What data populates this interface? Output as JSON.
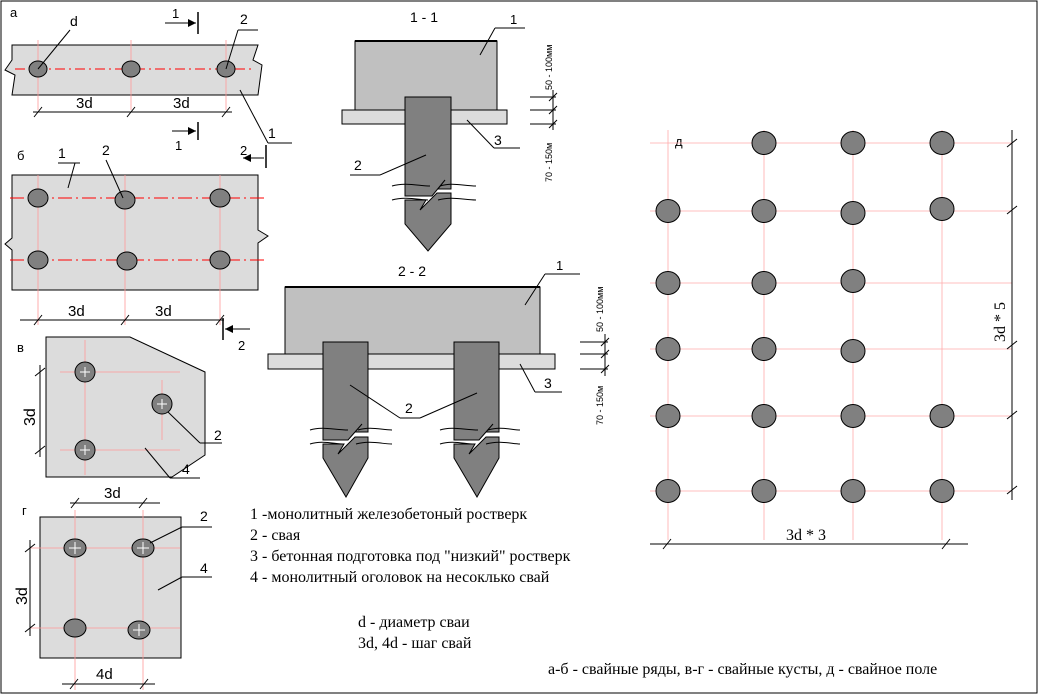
{
  "panels": {
    "a": "а",
    "b": "б",
    "v": "в",
    "g": "г",
    "d": "д"
  },
  "section_labels": {
    "s11": "1 - 1",
    "s22": "2 - 2"
  },
  "callouts": {
    "one": "1",
    "two": "2",
    "three": "3",
    "four": "4",
    "d": "d"
  },
  "dimensions": {
    "three_d": "3d",
    "four_d": "4d",
    "three_d_x3": "3d * 3",
    "three_d_x5": "3d * 5",
    "gap_top": "50 - 100мм",
    "gap_bottom": "70 - 150м"
  },
  "legend": {
    "item1": "1 -монолитный железобетоный ростверк",
    "item2": "2 - свая",
    "item3": "3 - бетонная подготовка под \"низкий\" ростверк",
    "item4": "4 - монолитный оголовок на несоклько свай",
    "note1": "d - диаметр сваи",
    "note2": "3d, 4d - шаг свай",
    "caption": "а-б - свайные ряды,  в-г - свайные кусты,  д - свайное поле"
  },
  "colors": {
    "slab_fill": "#dcdcdc",
    "pile_fill": "#808080",
    "cap_fill": "#c0c0c0",
    "axis_red": "#ff0000",
    "frame": "#000000"
  }
}
